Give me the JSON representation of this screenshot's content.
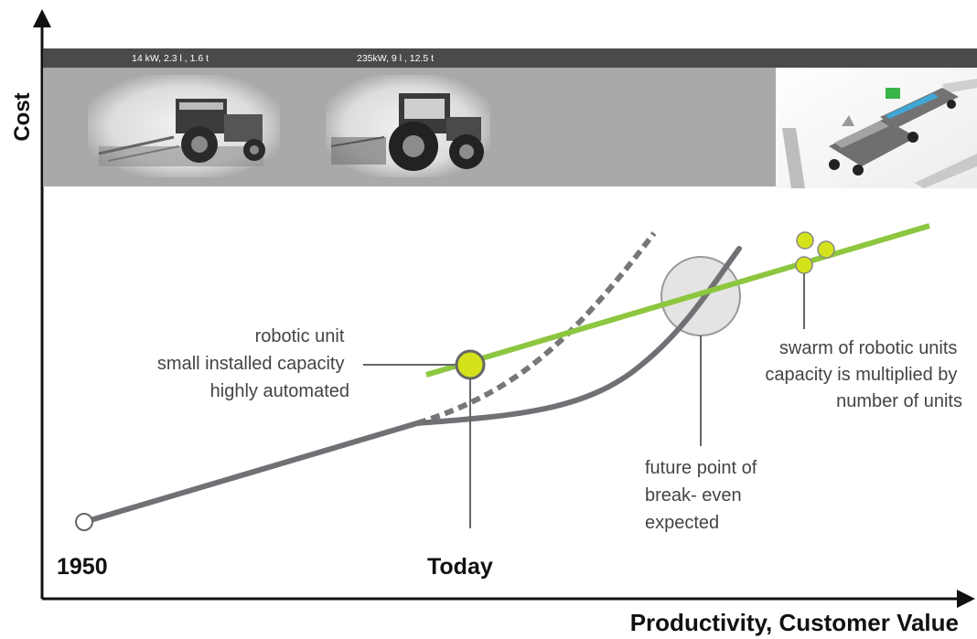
{
  "axes": {
    "y_label": "Cost",
    "x_label": "Productivity, Customer Value"
  },
  "banner": {
    "tractor_small_specs": "14 kW, 2.3 l , 1.6 t",
    "tractor_large_specs": "235kW, 9 l , 12.5 t"
  },
  "markers": {
    "start": "1950",
    "today": "Today"
  },
  "annotations": {
    "robotic_unit": [
      "robotic unit",
      "small installed capacity",
      "highly automated"
    ],
    "swarm": [
      "swarm of robotic units",
      "capacity is multiplied by",
      "number of units"
    ],
    "break_even": [
      "future point of",
      "break- even",
      "expected"
    ]
  },
  "colors": {
    "conventional_curve": "#707075",
    "robot_line": "#8dc63f",
    "robot_node_fill": "#d4e21b",
    "banner_dark": "#4a4a4a",
    "banner_gray": "#a9a9a9",
    "break_even_circle": "#e4e4e4"
  }
}
